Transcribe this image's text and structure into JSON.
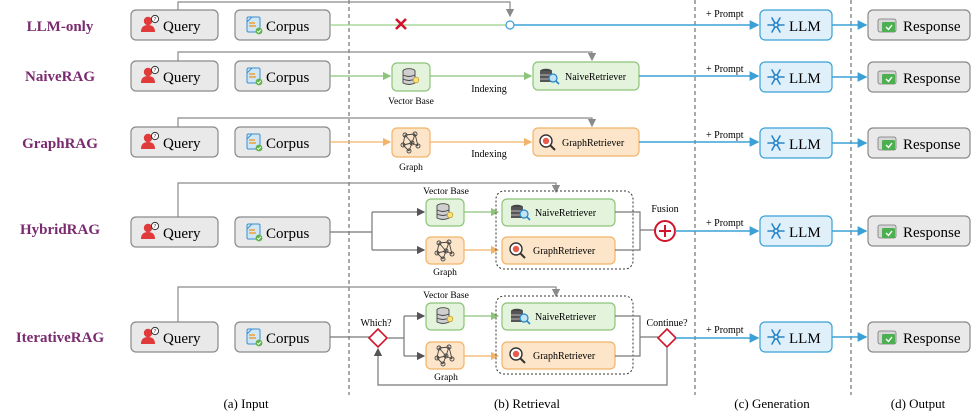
{
  "rows": [
    {
      "id": "llm-only",
      "label": "LLM-only"
    },
    {
      "id": "naive",
      "label": "NaiveRAG"
    },
    {
      "id": "graph",
      "label": "GraphRAG"
    },
    {
      "id": "hybrid",
      "label": "HybridRAG"
    },
    {
      "id": "iterative",
      "label": "IterativeRAG"
    }
  ],
  "labels": {
    "query": "Query",
    "corpus": "Corpus",
    "llm": "LLM",
    "response": "Response",
    "prompt": "+ Prompt",
    "vector_base": "Vector Base",
    "graph": "Graph",
    "indexing": "Indexing",
    "naive_retriever": "NaiveRetriever",
    "graph_retriever": "GraphRetriever",
    "fusion": "Fusion",
    "which": "Which?",
    "continue": "Continue?"
  },
  "sections": {
    "input": "(a) Input",
    "retrieval": "(b) Retrieval",
    "generation": "(c) Generation",
    "output": "(d) Output"
  },
  "colors": {
    "row_label": "#7a2a6e",
    "green_fill": "#e3f3dc",
    "green_stroke": "#8cc47a",
    "orange_fill": "#fde5c9",
    "orange_stroke": "#f2b46a",
    "blue_fill": "#dff0fb",
    "blue_stroke": "#3aa0d6",
    "gray_fill": "#e9e9e9",
    "gray_stroke": "#8a8a8a",
    "red": "#d0142c"
  }
}
